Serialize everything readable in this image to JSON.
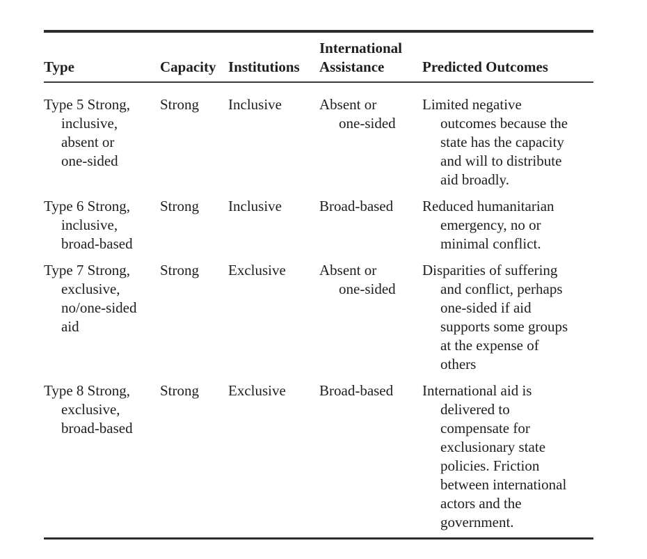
{
  "colors": {
    "background": "#ffffff",
    "text": "#1e1e1e",
    "rule": "#2c2c2c"
  },
  "table": {
    "headers": {
      "type": "Type",
      "capacity": "Capacity",
      "institutions": "Institutions",
      "assistance": "International\nAssistance",
      "outcomes": "Predicted Outcomes"
    },
    "rows": [
      {
        "type": "Type 5 Strong,\ninclusive,\nabsent or\none-sided",
        "capacity": "Strong",
        "institutions": "Inclusive",
        "assistance": "Absent or\none-sided",
        "outcomes": "Limited negative\noutcomes because the\nstate has the capacity\nand will to distribute\naid broadly."
      },
      {
        "type": "Type 6 Strong,\ninclusive,\nbroad-based",
        "capacity": "Strong",
        "institutions": "Inclusive",
        "assistance": "Broad-based",
        "outcomes": "Reduced humanitarian\nemergency, no or\nminimal conflict."
      },
      {
        "type": "Type 7 Strong,\nexclusive,\nno/one-sided\naid",
        "capacity": "Strong",
        "institutions": "Exclusive",
        "assistance": "Absent or\none-sided",
        "outcomes": "Disparities of suffering\nand conflict, perhaps\none-sided if aid\nsupports some groups\nat the expense of\nothers"
      },
      {
        "type": "Type 8 Strong,\nexclusive,\nbroad-based",
        "capacity": "Strong",
        "institutions": "Exclusive",
        "assistance": "Broad-based",
        "outcomes": "International aid is\ndelivered to\ncompensate for\nexclusionary state\npolicies. Friction\nbetween international\nactors and the\ngovernment."
      }
    ]
  }
}
